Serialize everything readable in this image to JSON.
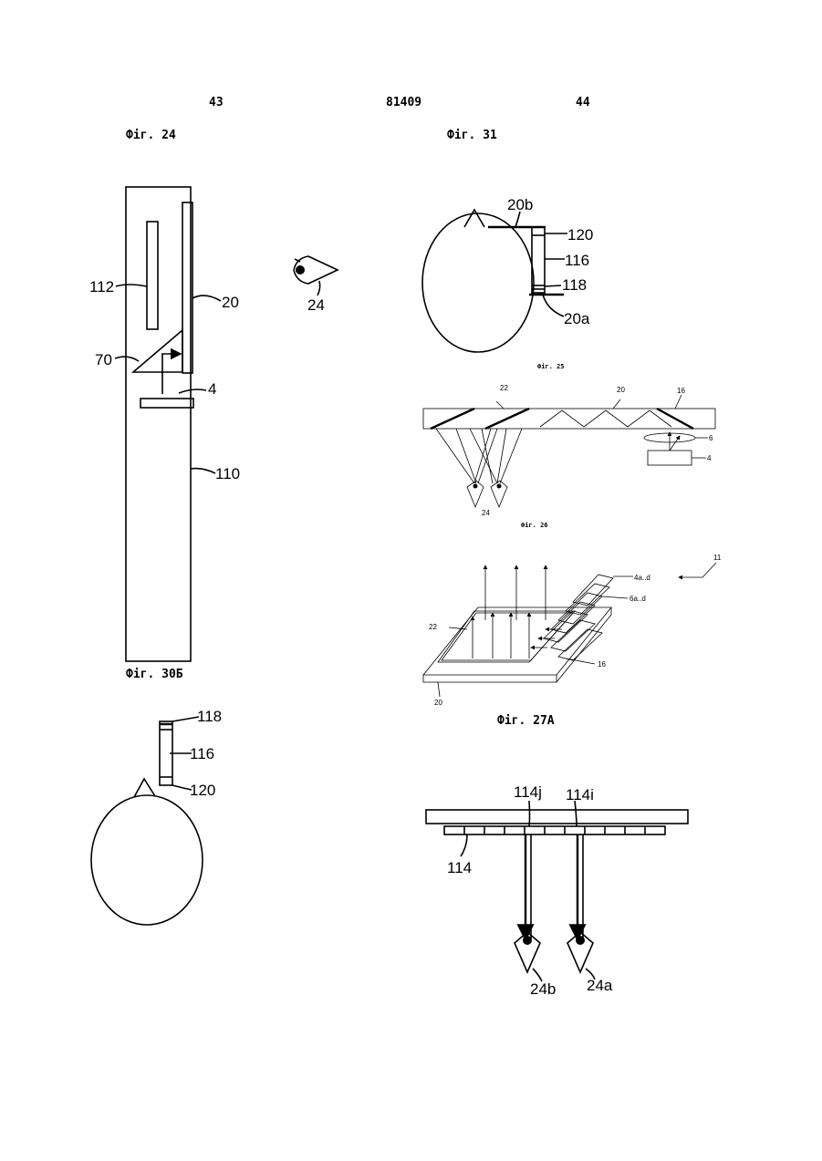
{
  "header": {
    "page_left": "43",
    "patent_number": "81409",
    "page_right": "44"
  },
  "figures": {
    "fig24": {
      "caption": "Фіг. 24",
      "labels": {
        "l112": "112",
        "l20": "20",
        "l70": "70",
        "l4": "4",
        "l110": "110",
        "l24": "24"
      }
    },
    "fig31": {
      "caption": "Фіг. 31",
      "labels": {
        "l20b": "20b",
        "l120": "120",
        "l116": "116",
        "l118": "118",
        "l20a": "20a"
      }
    },
    "fig25": {
      "caption": "Фіг. 25",
      "labels": {
        "l22": "22",
        "l20": "20",
        "l16": "16",
        "l6": "6",
        "l4": "4",
        "l24": "24"
      }
    },
    "fig26": {
      "caption": "Фіг. 26",
      "labels": {
        "l4ad": "4a..d",
        "l6ad": "6a..d",
        "l22": "22",
        "l16": "16",
        "l20": "20",
        "l11": "11"
      }
    },
    "fig30b": {
      "caption": "Фіг. 30Б",
      "labels": {
        "l118": "118",
        "l116": "116",
        "l120": "120"
      }
    },
    "fig27a": {
      "caption": "Фіг. 27А",
      "labels": {
        "l114j": "114j",
        "l114i": "114i",
        "l114": "114",
        "l24b": "24b",
        "l24a": "24a"
      }
    }
  }
}
